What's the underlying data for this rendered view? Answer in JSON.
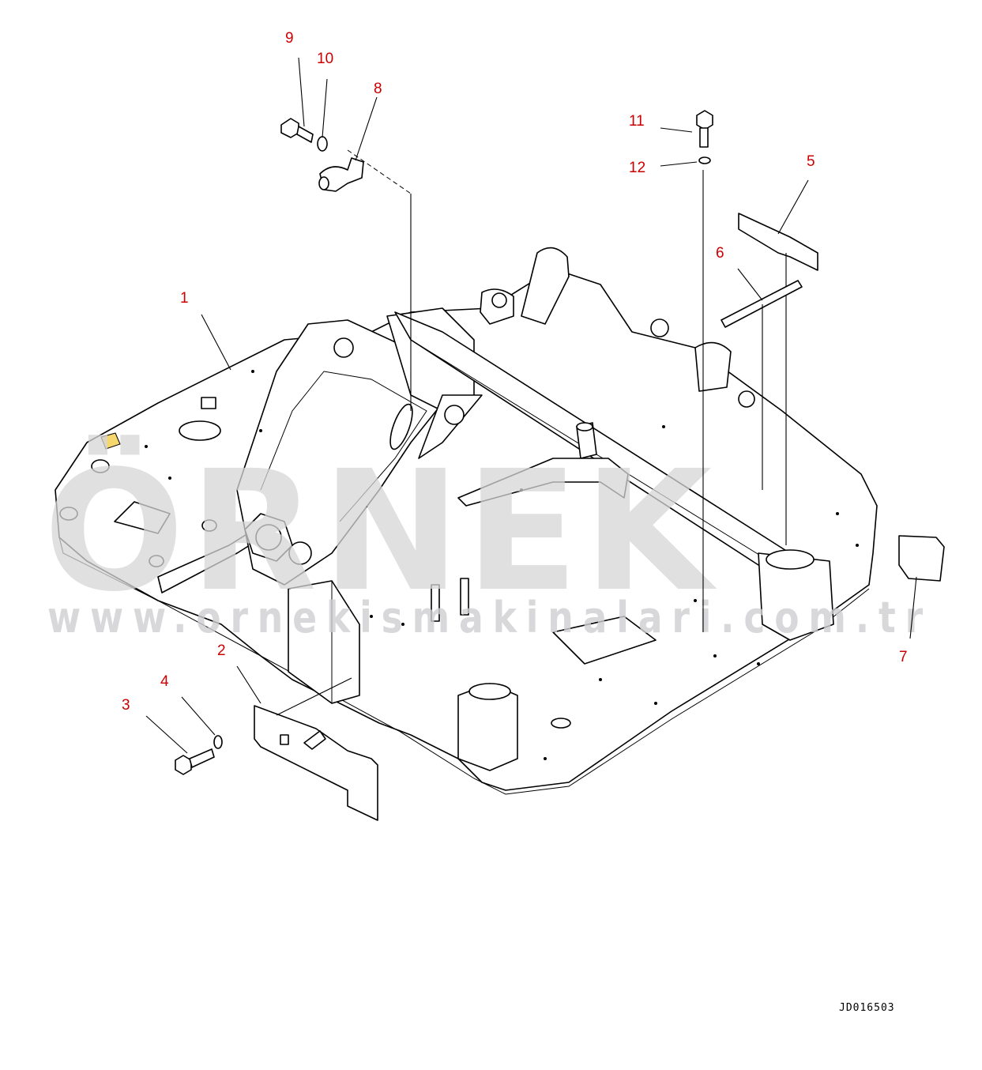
{
  "diagram": {
    "watermark": {
      "brand": "ÖRNEK",
      "url": "www.ornekismakinalari.com.tr"
    },
    "drawing_id": "JD016503",
    "callouts": [
      {
        "id": "c1",
        "label": "1"
      },
      {
        "id": "c2",
        "label": "2"
      },
      {
        "id": "c3",
        "label": "3"
      },
      {
        "id": "c4",
        "label": "4"
      },
      {
        "id": "c5",
        "label": "5"
      },
      {
        "id": "c6",
        "label": "6"
      },
      {
        "id": "c7",
        "label": "7"
      },
      {
        "id": "c8",
        "label": "8"
      },
      {
        "id": "c9",
        "label": "9"
      },
      {
        "id": "c10",
        "label": "10"
      },
      {
        "id": "c11",
        "label": "11"
      },
      {
        "id": "c12",
        "label": "12"
      }
    ],
    "colors": {
      "callout": "#cc0000",
      "line": "#000000",
      "watermark": "#d6d6d8",
      "highlight": "#f5d76e"
    }
  }
}
